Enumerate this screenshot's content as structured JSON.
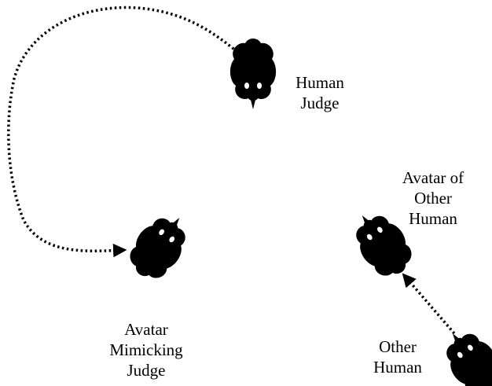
{
  "labels": {
    "human_judge": [
      "Human",
      "Judge"
    ],
    "avatar_other": [
      "Avatar of",
      "Other",
      "Human"
    ],
    "avatar_mimic": [
      "Avatar",
      "Mimicking",
      "Judge"
    ],
    "other_human": [
      "Other",
      "Human"
    ]
  },
  "figures": [
    {
      "id": "human-judge",
      "icon": "head-silhouette-icon",
      "facing": "down"
    },
    {
      "id": "avatar-mimicking-judge",
      "icon": "head-silhouette-icon",
      "facing": "up-right"
    },
    {
      "id": "avatar-of-other-human",
      "icon": "head-silhouette-icon",
      "facing": "up-left"
    },
    {
      "id": "other-human",
      "icon": "head-silhouette-icon",
      "facing": "up-left"
    }
  ],
  "connectors": [
    {
      "from": "human-judge",
      "to": "avatar-mimicking-judge",
      "style": "dotted-arrow"
    },
    {
      "from": "other-human",
      "to": "avatar-of-other-human",
      "style": "dotted-arrow"
    }
  ],
  "colors": {
    "figure": "#000000",
    "eyes": "#ffffff",
    "background": "#ffffff"
  }
}
